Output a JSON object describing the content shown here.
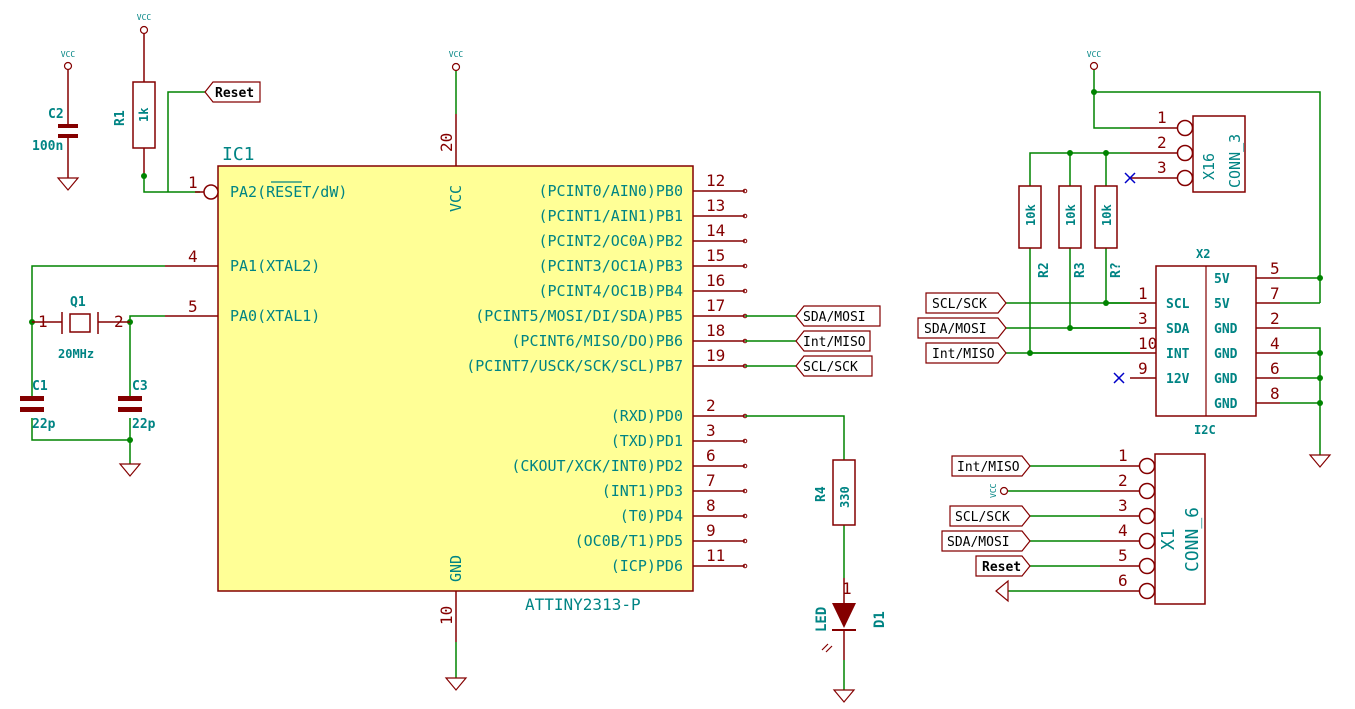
{
  "colors": {
    "wire": "#008400",
    "component": "#840000",
    "text": "#008484",
    "ic_fill": "#ffff96",
    "noconnect": "#0000c8",
    "label_text": "#000000"
  },
  "vcc_label": "VCC",
  "ic1": {
    "ref": "IC1",
    "value": "ATTINY2313-P",
    "pins": [
      {
        "num": "1",
        "name": "PA2(RESET/dW)"
      },
      {
        "num": "4",
        "name": "PA1(XTAL2)"
      },
      {
        "num": "5",
        "name": "PA0(XTAL1)"
      },
      {
        "num": "20",
        "name": "VCC"
      },
      {
        "num": "10",
        "name": "GND"
      },
      {
        "num": "12",
        "name": "(PCINT0/AIN0)PB0"
      },
      {
        "num": "13",
        "name": "(PCINT1/AIN1)PB1"
      },
      {
        "num": "14",
        "name": "(PCINT2/OC0A)PB2"
      },
      {
        "num": "15",
        "name": "(PCINT3/OC1A)PB3"
      },
      {
        "num": "16",
        "name": "(PCINT4/OC1B)PB4"
      },
      {
        "num": "17",
        "name": "(PCINT5/MOSI/DI/SDA)PB5"
      },
      {
        "num": "18",
        "name": "(PCINT6/MISO/DO)PB6"
      },
      {
        "num": "19",
        "name": "(PCINT7/USCK/SCK/SCL)PB7"
      },
      {
        "num": "2",
        "name": "(RXD)PD0"
      },
      {
        "num": "3",
        "name": "(TXD)PD1"
      },
      {
        "num": "6",
        "name": "(CKOUT/XCK/INT0)PD2"
      },
      {
        "num": "7",
        "name": "(INT1)PD3"
      },
      {
        "num": "8",
        "name": "(T0)PD4"
      },
      {
        "num": "9",
        "name": "(OC0B/T1)PD5"
      },
      {
        "num": "11",
        "name": "(ICP)PD6"
      }
    ]
  },
  "c2": {
    "ref": "C2",
    "value": "100n"
  },
  "r1": {
    "ref": "R1",
    "value": "1k"
  },
  "q1": {
    "ref": "Q1",
    "value": "20MHz",
    "pin1": "1",
    "pin2": "2"
  },
  "c1": {
    "ref": "C1",
    "value": "22p"
  },
  "c3": {
    "ref": "C3",
    "value": "22p"
  },
  "r4": {
    "ref": "R4",
    "value": "330"
  },
  "d1": {
    "ref": "D1",
    "value": "LED",
    "pin": "1"
  },
  "r2": {
    "ref": "R2",
    "value": "10k"
  },
  "r3": {
    "ref": "R3",
    "value": "10k"
  },
  "rq": {
    "ref": "R?",
    "value": "10k"
  },
  "x16": {
    "ref": "X16",
    "value": "CONN_3",
    "pins": [
      "1",
      "2",
      "3"
    ]
  },
  "x2": {
    "ref": "X2",
    "value": "I2C",
    "left": [
      {
        "num": "1",
        "name": "SCL"
      },
      {
        "num": "3",
        "name": "SDA"
      },
      {
        "num": "10",
        "name": "INT"
      },
      {
        "num": "9",
        "name": "12V"
      }
    ],
    "right": [
      {
        "num": "5",
        "name": "5V"
      },
      {
        "num": "7",
        "name": "5V"
      },
      {
        "num": "2",
        "name": "GND"
      },
      {
        "num": "4",
        "name": "GND"
      },
      {
        "num": "6",
        "name": "GND"
      },
      {
        "num": "8",
        "name": "GND"
      }
    ]
  },
  "x1": {
    "ref": "X1",
    "value": "CONN_6",
    "pins": [
      "1",
      "2",
      "3",
      "4",
      "5",
      "6"
    ]
  },
  "net_labels": {
    "reset": "Reset",
    "sda_mosi": "SDA/MOSI",
    "int_miso": "Int/MISO",
    "scl_sck": "SCL/SCK"
  }
}
